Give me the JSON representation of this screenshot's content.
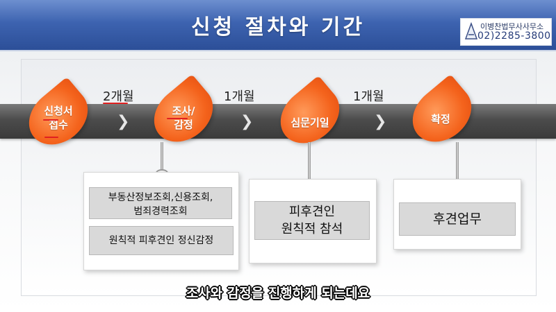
{
  "header": {
    "title": "신청 절차와 기간",
    "logo": {
      "name": "이병찬법무사사무소",
      "phone": "02)2285-3800"
    }
  },
  "steps": [
    {
      "label": "신청서\n접수"
    },
    {
      "label": "조사/\n감정"
    },
    {
      "label": "심문기일"
    },
    {
      "label": "확정"
    }
  ],
  "periods": [
    "2개월",
    "1개월",
    "1개월"
  ],
  "arrow_glyph": "❯",
  "cards": {
    "investigation": {
      "items": [
        "부동산정보조회,신용조회,\n범죄경력조회",
        "원칙적 피후견인 정신감정"
      ]
    },
    "hearing": {
      "text": "피후견인\n원칙적 참석"
    },
    "confirm": {
      "text": "후견업무"
    }
  },
  "subtitle": "조사와 감정을 진행하게 되는데요",
  "colors": {
    "header": "#3d63b0",
    "leaf": "#f4631c",
    "band": "#4c4c4c",
    "underline": "#e02020"
  }
}
